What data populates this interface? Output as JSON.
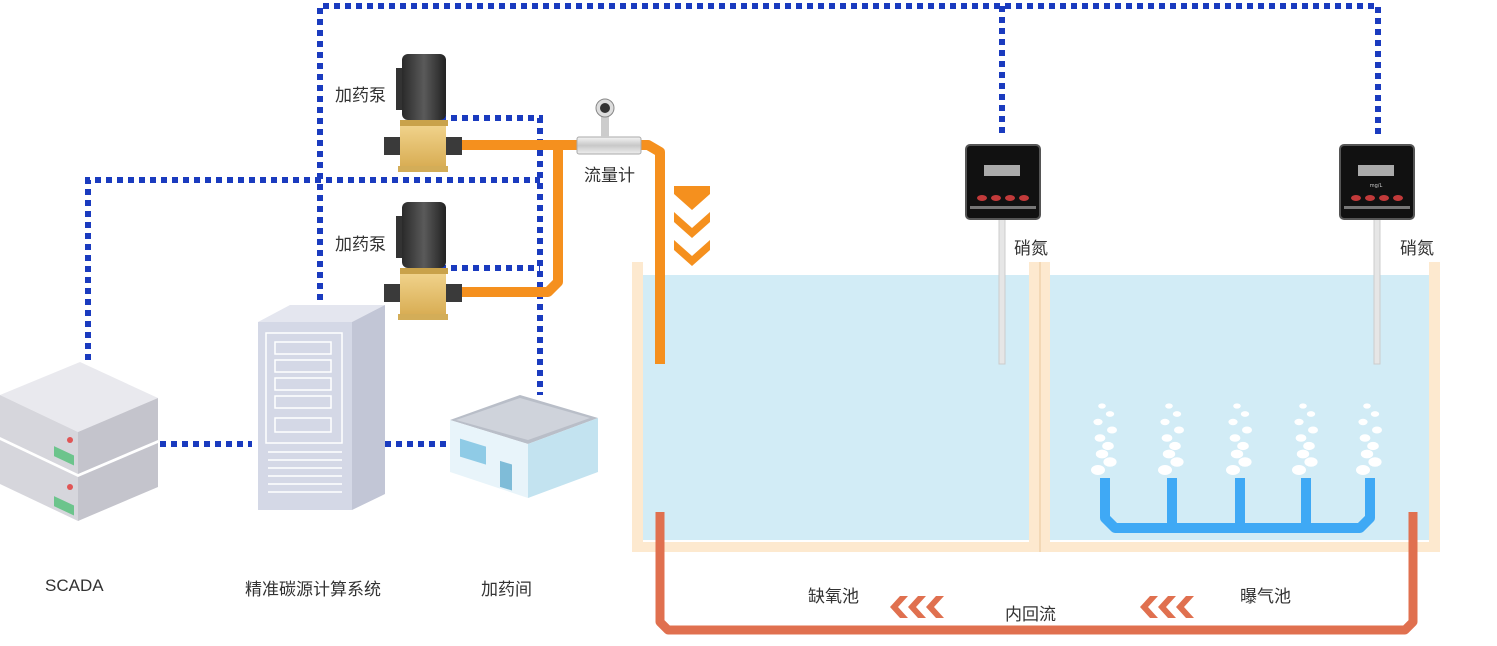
{
  "labels": {
    "pump1": "加药泵",
    "pump2": "加药泵",
    "flowmeter": "流量计",
    "sensor1": "硝氮",
    "sensor2": "硝氮",
    "scada": "SCADA",
    "calc_system": "精准碳源计算系统",
    "dosing_room": "加药间",
    "anoxic_tank": "缺氧池",
    "internal_reflux": "内回流",
    "aeration_tank": "曝气池",
    "sensor_unit": "mg/L"
  },
  "colors": {
    "signal_line": "#1a3bbf",
    "dosing_pipe": "#f5901e",
    "reflux_pipe": "#e0704f",
    "air_pipe": "#3fa9f5",
    "water": "#d2ecf6",
    "tank_wall": "#fde9cf"
  }
}
